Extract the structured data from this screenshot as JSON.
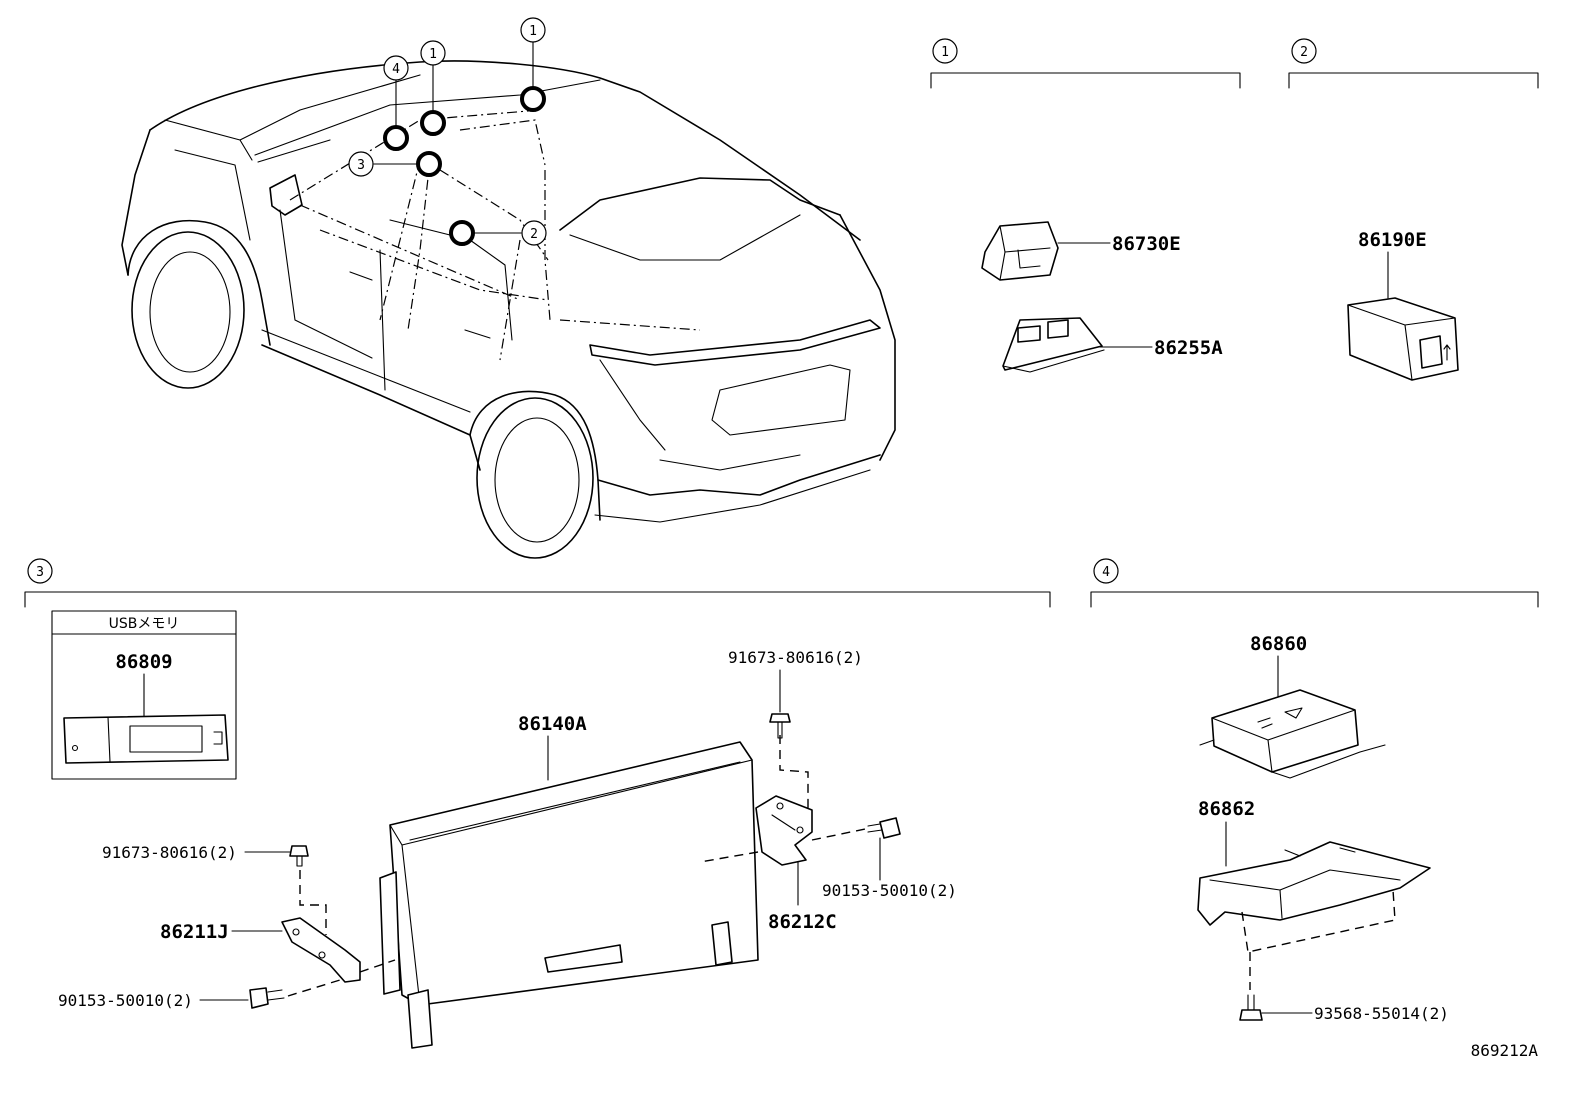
{
  "callouts": {
    "one": "1",
    "two": "2",
    "three": "3",
    "four": "4"
  },
  "parts": {
    "p86730E": "86730E",
    "p86255A": "86255A",
    "p86190E": "86190E",
    "p86809": "86809",
    "p86140A": "86140A",
    "p86212C": "86212C",
    "p86211J": "86211J",
    "p86860": "86860",
    "p86862": "86862"
  },
  "fasteners": {
    "f91673_top": "91673-80616(2)",
    "f91673_left": "91673-80616(2)",
    "f90153_right": "90153-50010(2)",
    "f90153_left": "90153-50010(2)",
    "f93568": "93568-55014(2)"
  },
  "usb_box_title": "USBメモリ",
  "diagram_code": "869212A"
}
